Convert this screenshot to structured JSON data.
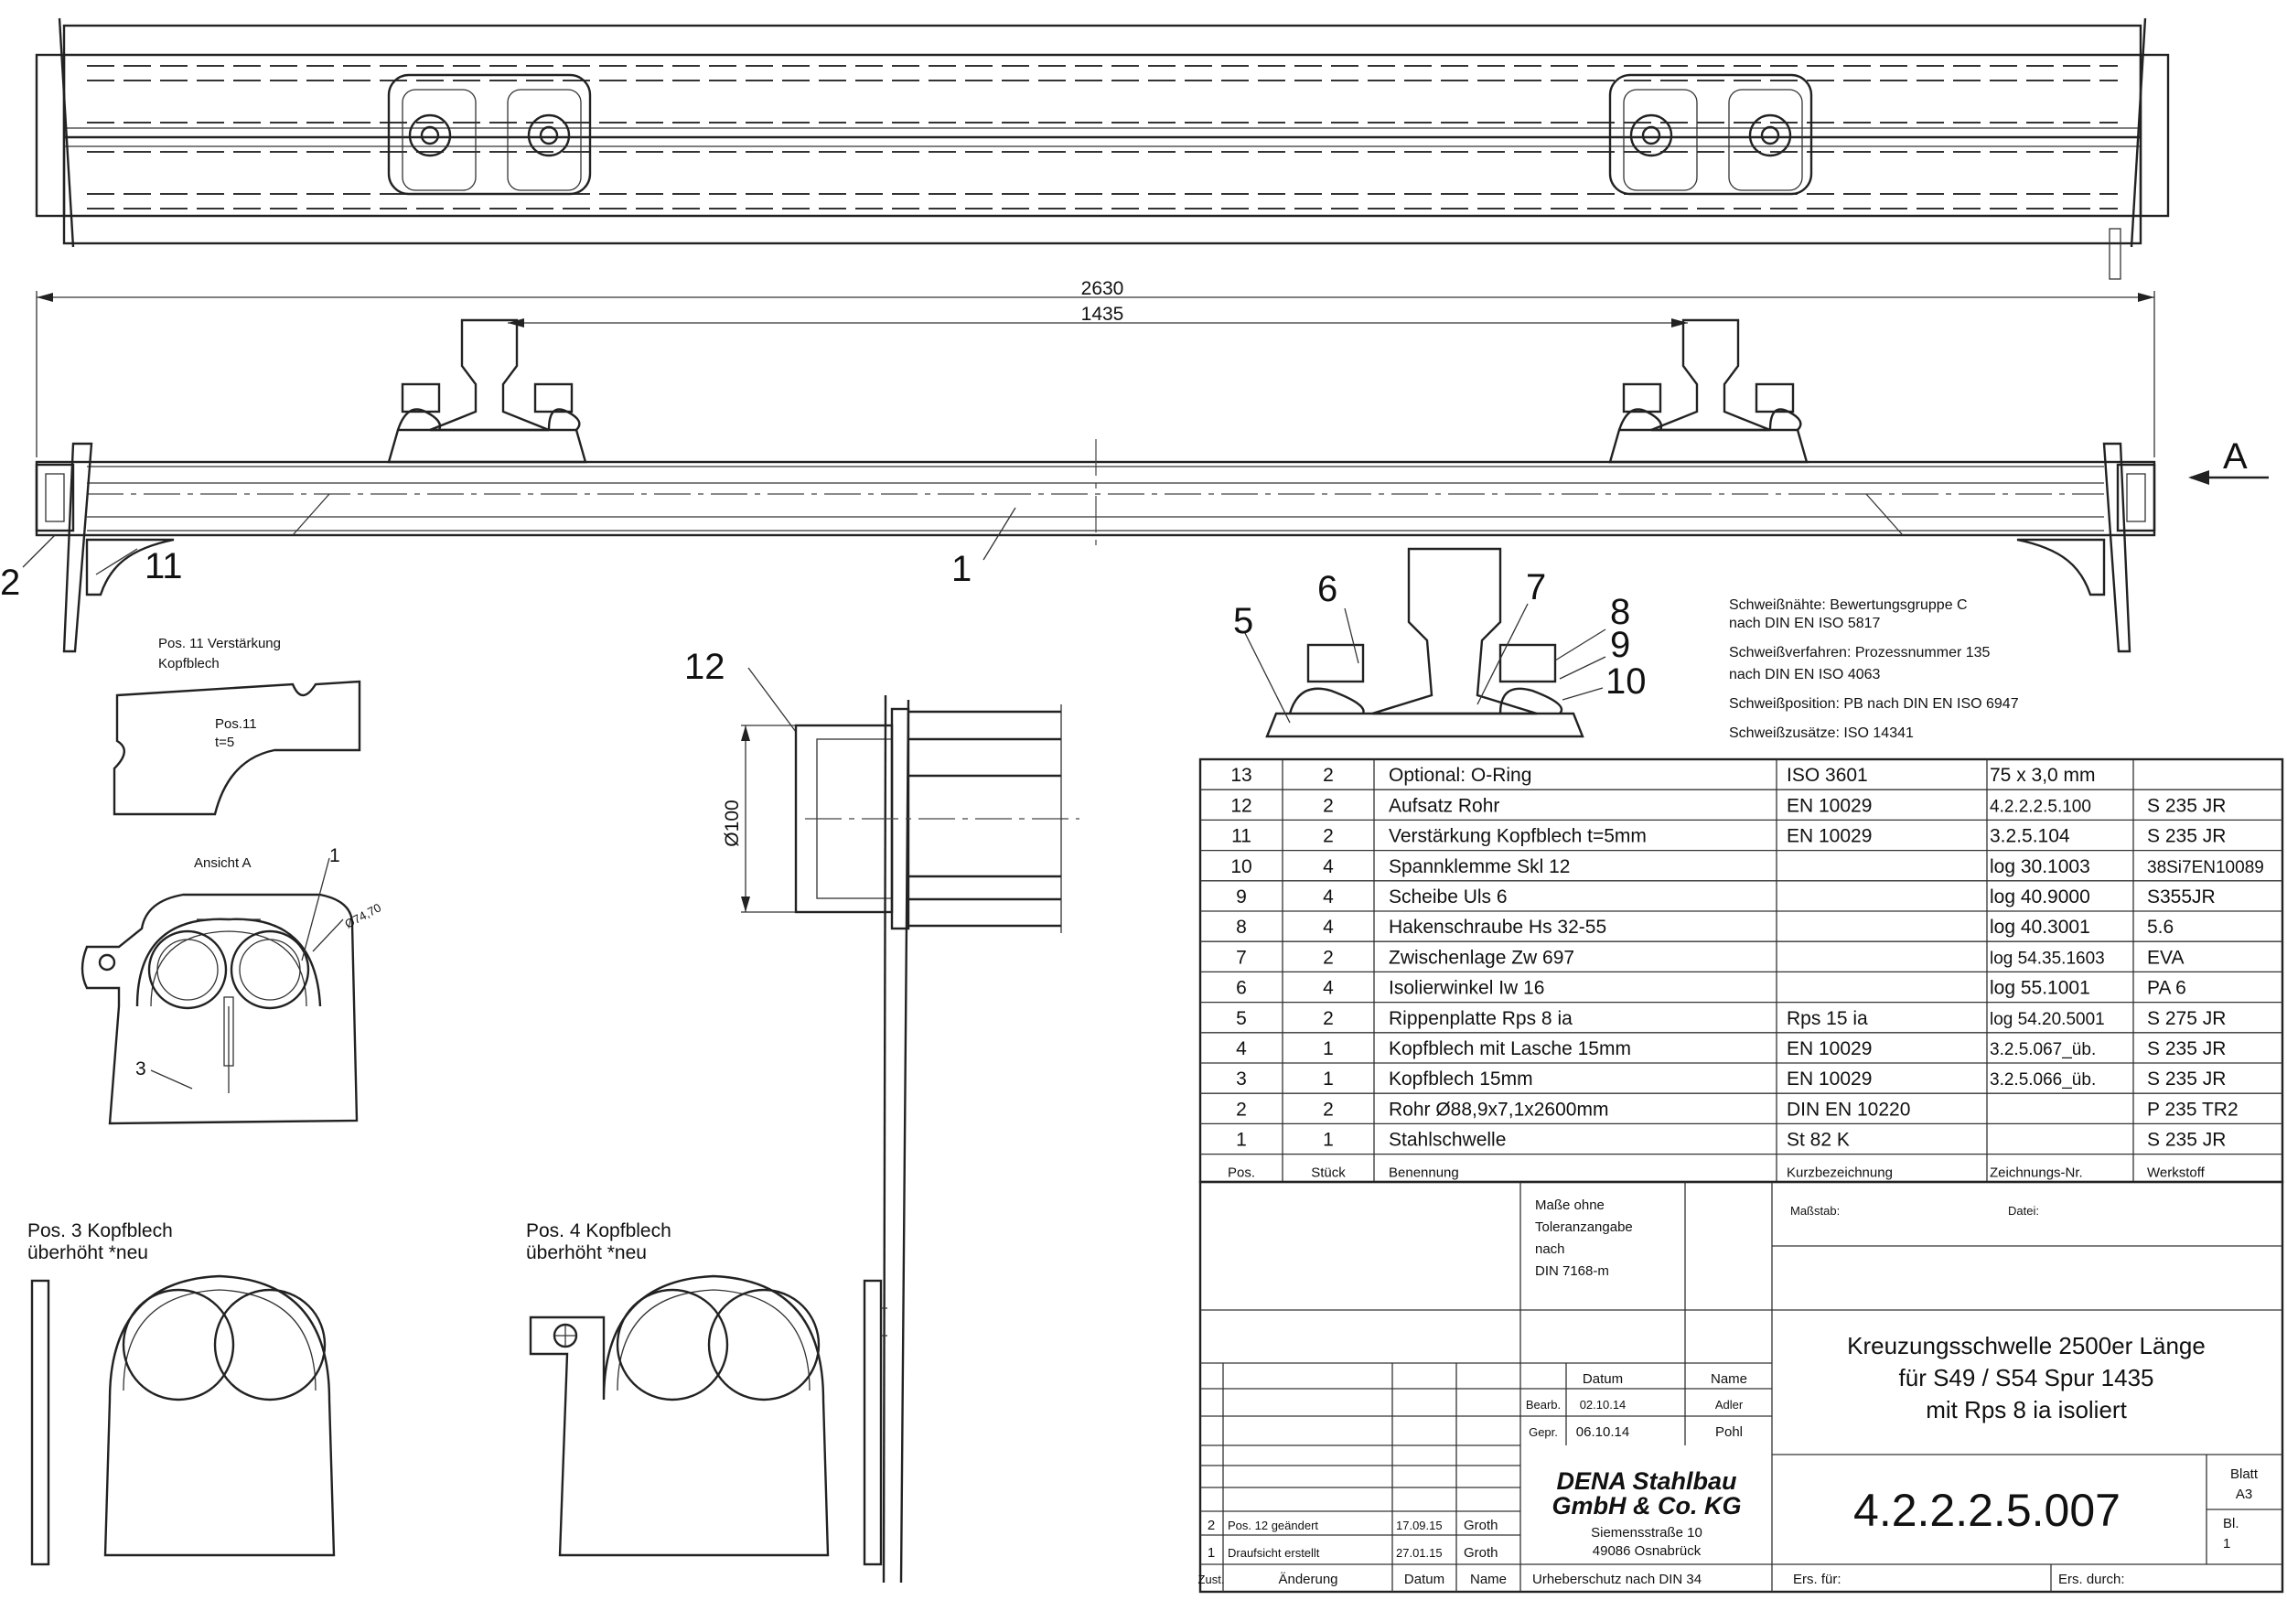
{
  "dimensions": {
    "overall": "2630",
    "gauge": "1435",
    "diameter": "Ø100",
    "ring_dim": "Ø74,70"
  },
  "view_label": "A",
  "callouts": {
    "c1": "1",
    "c2": "2",
    "c3": "3",
    "c5": "5",
    "c6": "6",
    "c7": "7",
    "c8": "8",
    "c9": "9",
    "c10": "10",
    "c11": "11",
    "c12": "12"
  },
  "detail_labels": {
    "pos11_title_l1": "Pos. 11 Verstärkung",
    "pos11_title_l2": "Kopfblech",
    "pos11_inner_l1": "Pos.11",
    "pos11_inner_l2": "t=5",
    "ansicht": "Ansicht A",
    "pos3_l1": "Pos. 3 Kopfblech",
    "pos3_l2": "überhöht *neu",
    "pos4_l1": "Pos. 4 Kopfblech",
    "pos4_l2": "überhöht *neu"
  },
  "weld_notes": [
    "Schweißnähte: Bewertungsgruppe C",
    "nach DIN EN ISO 5817",
    "Schweißverfahren: Prozessnummer 135",
    "nach DIN EN ISO 4063",
    "Schweißposition: PB nach DIN EN ISO 6947",
    "Schweißzusätze: ISO 14341"
  ],
  "bom": {
    "rows": [
      {
        "pos": "13",
        "qty": "2",
        "name": "Optional: O-Ring",
        "std": "ISO 3601",
        "dwg": "75 x 3,0 mm",
        "mat": ""
      },
      {
        "pos": "12",
        "qty": "2",
        "name": "Aufsatz Rohr",
        "std": "EN 10029",
        "dwg": "4.2.2.2.5.100",
        "mat": "S 235 JR"
      },
      {
        "pos": "11",
        "qty": "2",
        "name": "Verstärkung Kopfblech t=5mm",
        "std": "EN 10029",
        "dwg": "3.2.5.104",
        "mat": "S 235 JR"
      },
      {
        "pos": "10",
        "qty": "4",
        "name": "Spannklemme Skl 12",
        "std": "",
        "dwg": "log 30.1003",
        "mat": "38Si7EN10089"
      },
      {
        "pos": "9",
        "qty": "4",
        "name": "Scheibe Uls 6",
        "std": "",
        "dwg": "log 40.9000",
        "mat": "S355JR"
      },
      {
        "pos": "8",
        "qty": "4",
        "name": "Hakenschraube Hs 32-55",
        "std": "",
        "dwg": "log 40.3001",
        "mat": "5.6"
      },
      {
        "pos": "7",
        "qty": "2",
        "name": "Zwischenlage Zw 697",
        "std": "",
        "dwg": "log 54.35.1603",
        "mat": "EVA"
      },
      {
        "pos": "6",
        "qty": "4",
        "name": "Isolierwinkel Iw 16",
        "std": "",
        "dwg": "log 55.1001",
        "mat": "PA 6"
      },
      {
        "pos": "5",
        "qty": "2",
        "name": "Rippenplatte Rps 8 ia",
        "std": "Rps 15 ia",
        "dwg": "log 54.20.5001",
        "mat": "S 275 JR"
      },
      {
        "pos": "4",
        "qty": "1",
        "name": "Kopfblech mit Lasche 15mm",
        "std": "EN 10029",
        "dwg": "3.2.5.067_üb.",
        "mat": "S 235 JR"
      },
      {
        "pos": "3",
        "qty": "1",
        "name": "Kopfblech 15mm",
        "std": "EN 10029",
        "dwg": "3.2.5.066_üb.",
        "mat": "S 235 JR"
      },
      {
        "pos": "2",
        "qty": "2",
        "name": "Rohr  Ø88,9x7,1x2600mm",
        "std": "DIN EN 10220",
        "dwg": "",
        "mat": "P 235 TR2"
      },
      {
        "pos": "1",
        "qty": "1",
        "name": "Stahlschwelle",
        "std": "St 82 K",
        "dwg": "",
        "mat": "S 235 JR"
      }
    ],
    "headers": {
      "pos": "Pos.",
      "qty": "Stück",
      "name": "Benennung",
      "std": "Kurzbezeichnung",
      "dwg": "Zeichnungs-Nr.",
      "mat": "Werkstoff"
    }
  },
  "title_block": {
    "tolerance_l1": "Maße ohne",
    "tolerance_l2": "Toleranzangabe",
    "tolerance_l3": "nach",
    "tolerance_l4": "DIN 7168-m",
    "scale_label": "Maßstab:",
    "file_label": "Datei:",
    "title_l1": "Kreuzungsschwelle 2500er Länge",
    "title_l2": "für S49 / S54 Spur 1435",
    "title_l3": "mit Rps 8 ia isoliert",
    "date_header": "Datum",
    "name_header": "Name",
    "bearb_label": "Bearb.",
    "bearb_date": "02.10.14",
    "bearb_name": "Adler",
    "gepr_label": "Gepr.",
    "gepr_date": "06.10.14",
    "gepr_name": "Pohl",
    "company_l1": "DENA Stahlbau",
    "company_l2": "GmbH & Co. KG",
    "address_l1": "Siemensstraße 10",
    "address_l2": "49086  Osnabrück",
    "drawing_no": "4.2.2.2.5.007",
    "blatt_label": "Blatt",
    "blatt_value": "A3",
    "bl_label": "Bl.",
    "bl_value": "1",
    "rev2_zust": "2",
    "rev2_text": "Pos. 12 geändert",
    "rev2_date": "17.09.15",
    "rev2_name": "Groth",
    "rev1_zust": "1",
    "rev1_text": "Draufsicht erstellt",
    "rev1_date": "27.01.15",
    "rev1_name": "Groth",
    "zust_label": "Zust.",
    "aenderung_label": "Änderung",
    "datum_label": "Datum",
    "name_label": "Name",
    "copyright": "Urheberschutz nach DIN 34",
    "ers_fuer": "Ers. für:",
    "ers_durch": "Ers. durch:"
  }
}
